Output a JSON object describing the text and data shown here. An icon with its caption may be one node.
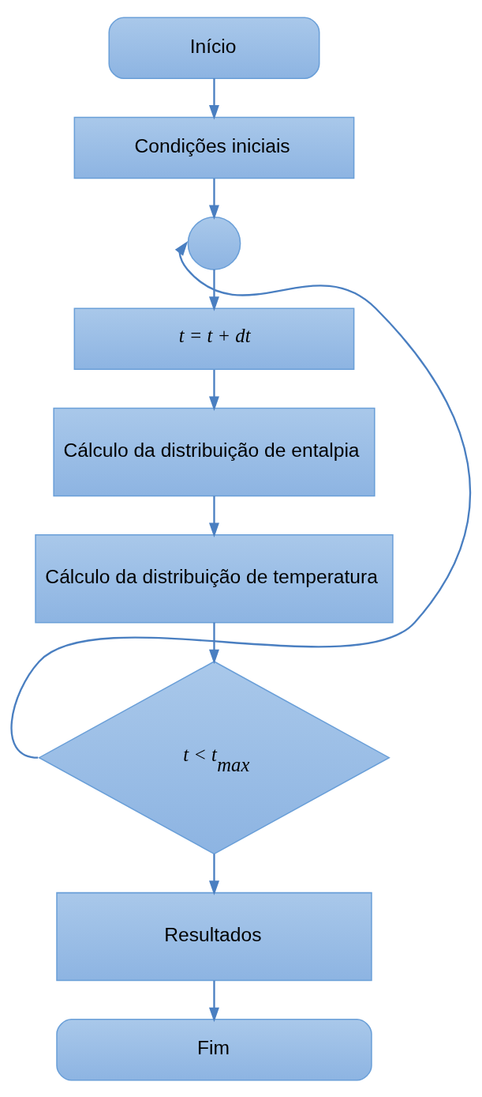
{
  "diagram": {
    "nodes": [
      {
        "text": [
          "Início"
        ]
      },
      {
        "text": [
          "Condições iniciais"
        ]
      },
      {
        "text": [],
        "shape": "circle"
      },
      {
        "text": [
          "t = t + dt"
        ]
      },
      {
        "text": [
          "Cálculo da distribuição de entalpia"
        ]
      },
      {
        "text": [
          "Cálculo da distribuição de temperatura"
        ]
      },
      {
        "text": [
          "t < t$_{max}$"
        ]
      },
      {
        "text": [
          "Resultados"
        ]
      },
      {
        "text": [
          "Fim"
        ]
      }
    ],
    "edges": [
      {
        "from": 0,
        "to": 1,
        "arrow": "to"
      },
      {
        "from": 1,
        "to": 2,
        "arrow": "to"
      },
      {
        "from": 2,
        "to": 3,
        "arrow": "to"
      },
      {
        "from": 3,
        "to": 4,
        "arrow": "to"
      },
      {
        "from": 4,
        "to": 5,
        "arrow": "to"
      },
      {
        "from": 5,
        "to": 6,
        "arrow": "to"
      },
      {
        "from": 6,
        "to": 2,
        "arrow": "to"
      },
      {
        "from": 6,
        "to": 7,
        "arrow": "to"
      },
      {
        "from": 7,
        "to": 8,
        "arrow": "to"
      }
    ]
  }
}
